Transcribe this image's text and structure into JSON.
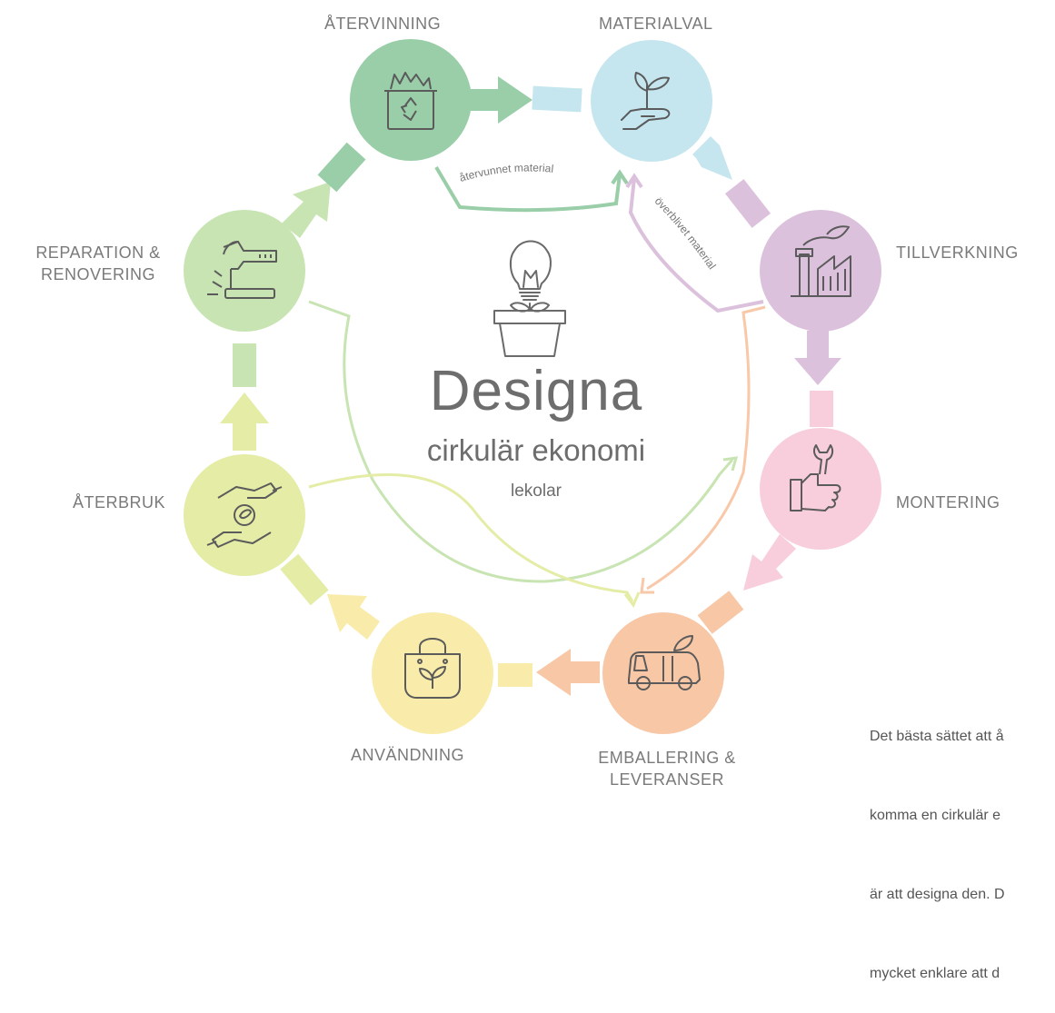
{
  "diagram": {
    "title": "Designa",
    "subtitle": "cirkulär ekonomi",
    "brand": "lekolar",
    "stages": [
      {
        "id": "atervinning",
        "label": "ÅTERVINNING",
        "color": "#99cea9",
        "icon": "recycle-bin-icon"
      },
      {
        "id": "materialval",
        "label": "MATERIALVAL",
        "color": "#c5e6ee",
        "icon": "plant-in-hand-icon"
      },
      {
        "id": "tillverkning",
        "label": "TILLVERKNING",
        "color": "#dcc1dd",
        "icon": "factory-icon"
      },
      {
        "id": "montering",
        "label": "MONTERING",
        "color": "#f8cedc",
        "icon": "wrench-in-hand-icon"
      },
      {
        "id": "emballering",
        "label": "EMBALLERING & LEVERANSER",
        "label_lines": [
          "EMBALLERING &",
          "LEVERANSER"
        ],
        "color": "#f7c7a6",
        "icon": "delivery-van-icon"
      },
      {
        "id": "anvandning",
        "label": "ANVÄNDNING",
        "color": "#f9ecaa",
        "icon": "shopping-bag-icon"
      },
      {
        "id": "aterbruk",
        "label": "ÅTERBRUK",
        "color": "#e4eca6",
        "icon": "hands-exchange-icon"
      },
      {
        "id": "reparation",
        "label": "REPARATION & RENOVERING",
        "label_lines": [
          "REPARATION &",
          "RENOVERING"
        ],
        "color": "#c7e4b2",
        "icon": "hammer-icon"
      }
    ],
    "feedback_labels": {
      "recycled": "återvunnet material",
      "leftover": "överblivet material"
    },
    "center_icon": "lightbulb-plant-pot-icon"
  },
  "description": {
    "text_lines": [
      "Det bästa sättet att å",
      "komma en cirkulär e",
      "är att designa den. D",
      "mycket enklare att d"
    ]
  }
}
